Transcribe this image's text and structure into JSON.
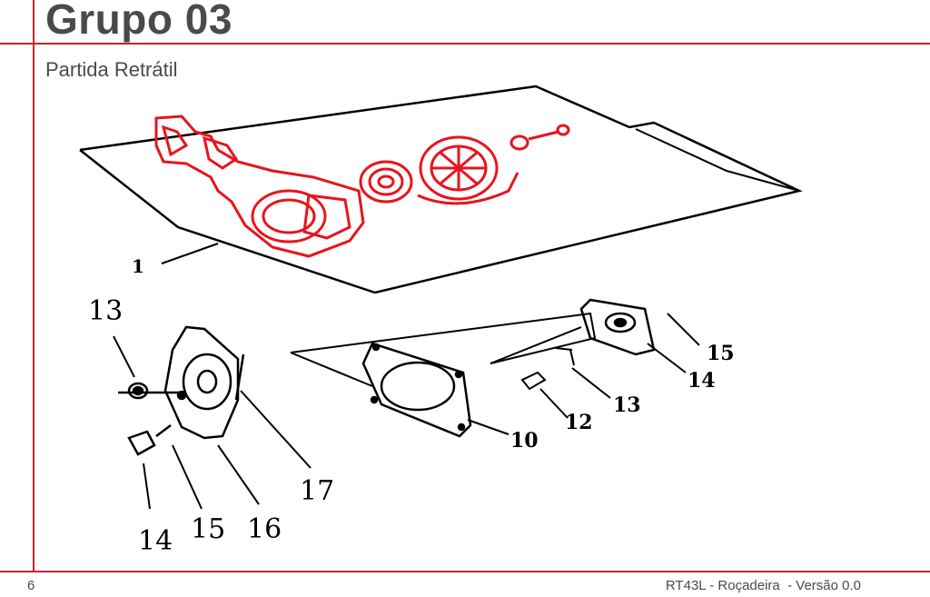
{
  "header": {
    "title": "Grupo 03",
    "subtitle": "Partida Retrátil"
  },
  "footer": {
    "page_number": "6",
    "document": "RT43L - Roçadeira  - Versão 0.0"
  },
  "diagram": {
    "part_labels": [
      "1",
      "13",
      "14",
      "15",
      "16",
      "17",
      "10",
      "12",
      "13",
      "14",
      "15"
    ],
    "highlight_color": "#e8141c",
    "accent_color": "#c0262e"
  }
}
